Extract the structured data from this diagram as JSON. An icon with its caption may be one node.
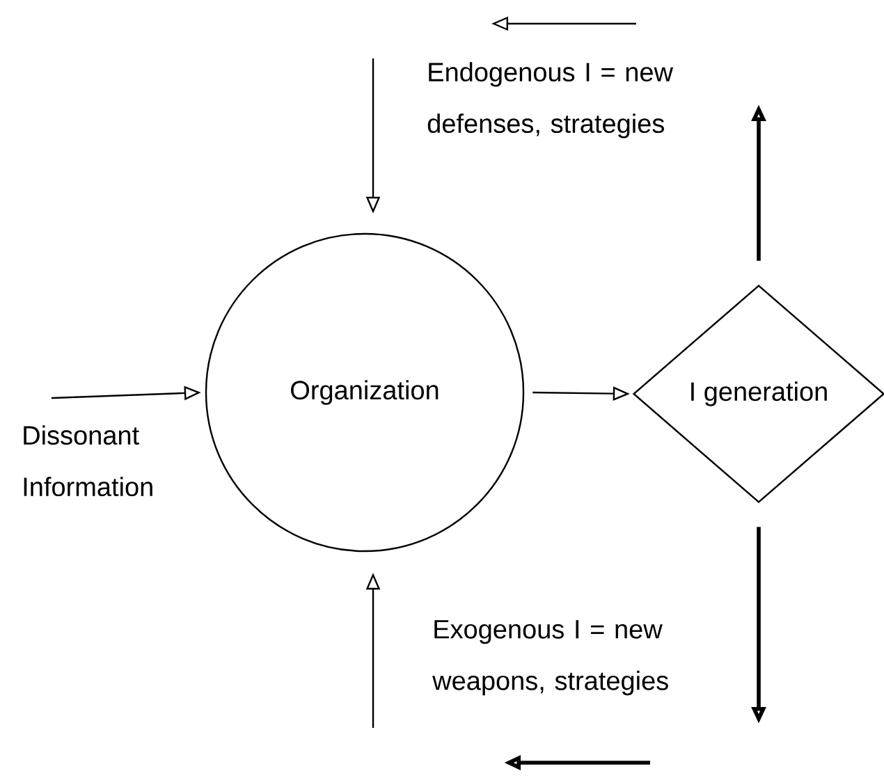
{
  "diagram": {
    "nodes": [
      {
        "text": [
          "Dissonant Information"
        ]
      },
      {
        "text": [
          "Organization"
        ]
      },
      {
        "text": [
          "I generation"
        ]
      }
    ],
    "edges": [
      {
        "from": 0,
        "to": 1,
        "arrow": "to"
      },
      {
        "from": 1,
        "to": 2,
        "arrow": "to"
      },
      {
        "from": 2,
        "to": null,
        "arrow": "to",
        "style": "thick"
      },
      {
        "from": null,
        "to": 1,
        "arrow": "to"
      },
      {
        "from": 2,
        "to": null,
        "arrow": "to",
        "style": "thick"
      },
      {
        "from": null,
        "to": 1,
        "arrow": "to"
      }
    ],
    "labels": [
      "Endogenous I = new defenses, strategies",
      "Exogenous I = new weapons, strategies"
    ]
  }
}
